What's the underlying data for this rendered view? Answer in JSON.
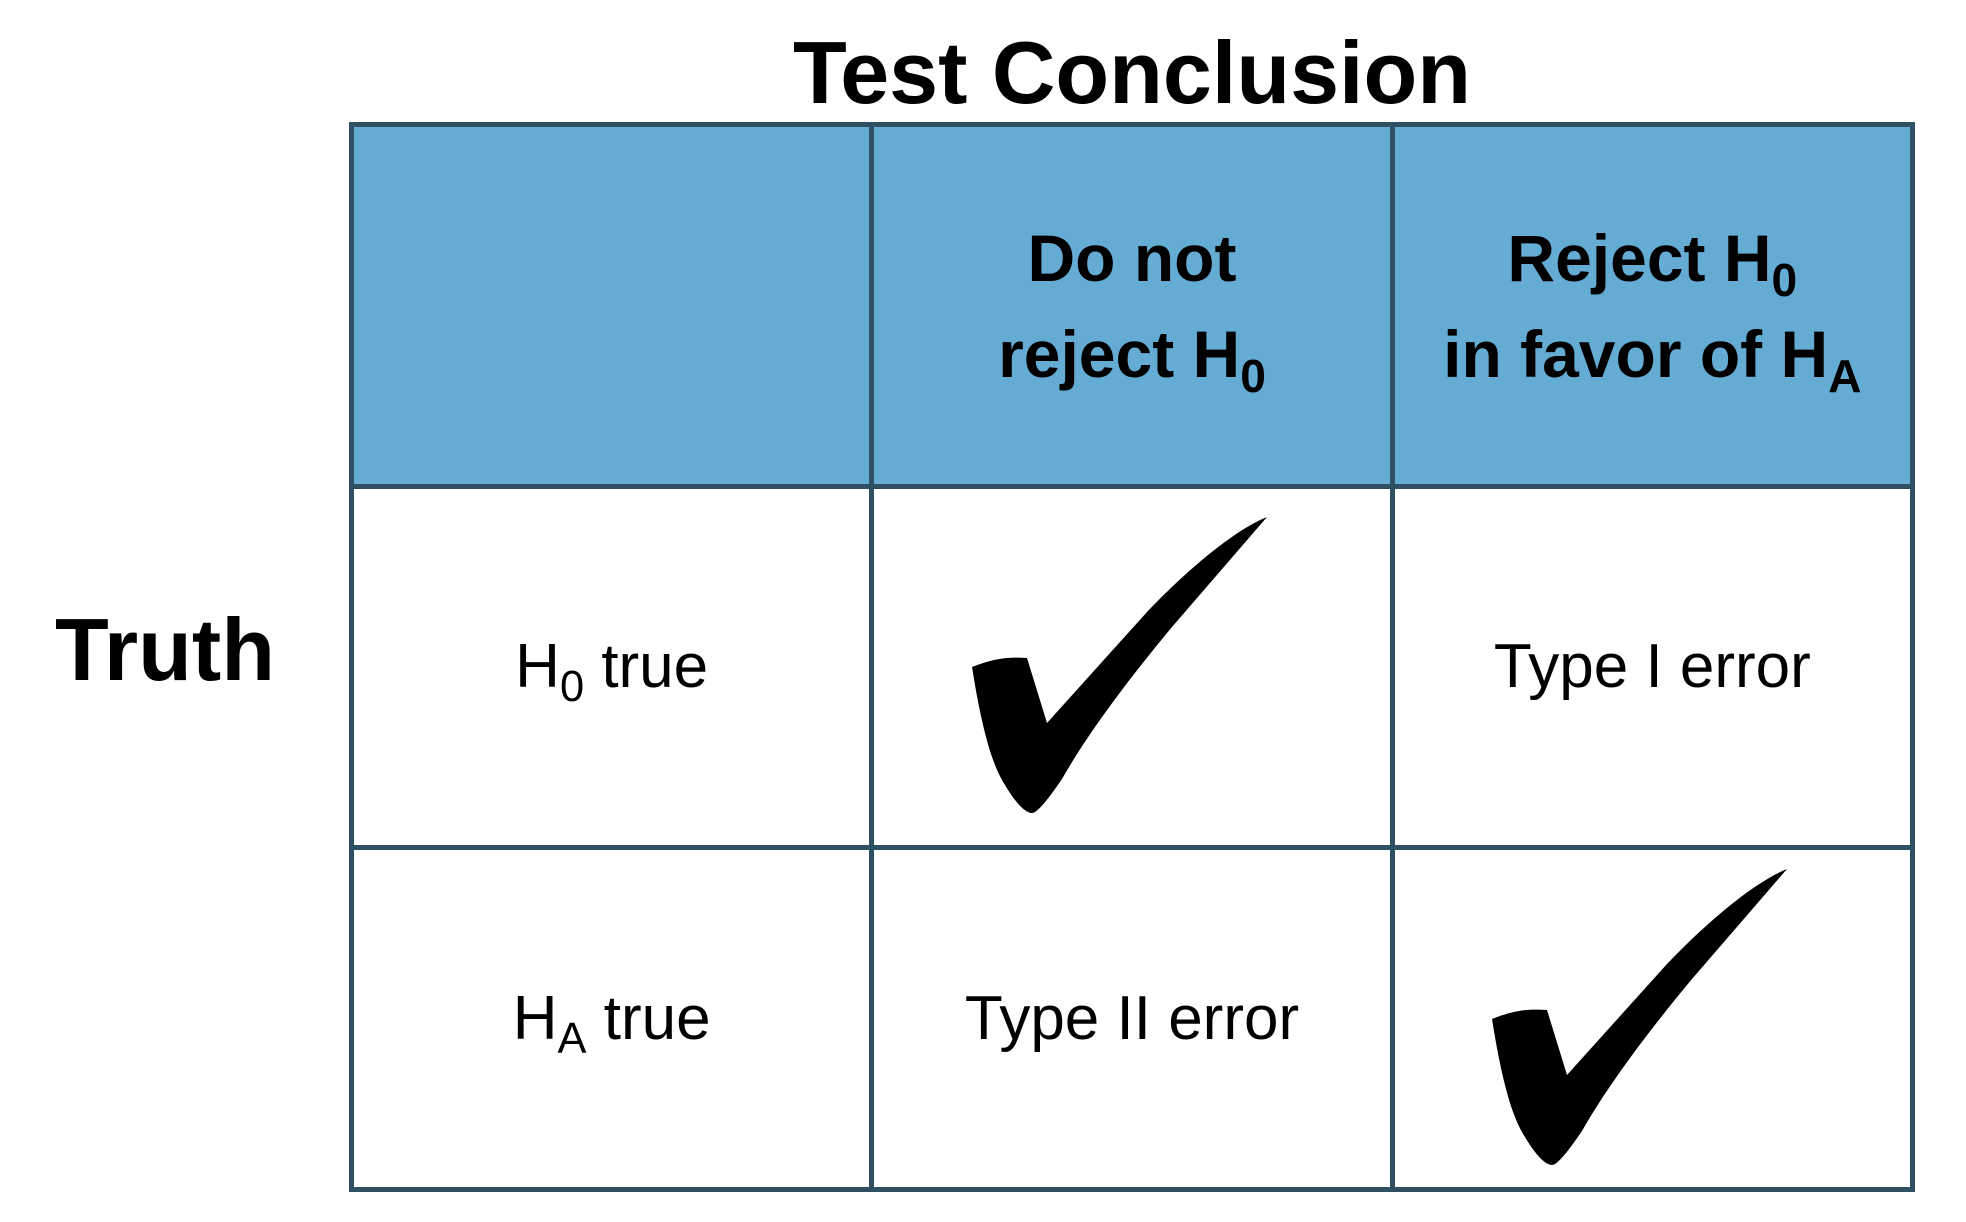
{
  "title": "Test Conclusion",
  "row_axis_label": "Truth",
  "header": {
    "col1": {
      "line1": "Do not",
      "line2": "reject H",
      "line2_sub": "0"
    },
    "col2": {
      "line1": "Reject H",
      "line1_sub": "0",
      "line2": "in favor of H",
      "line2_sub": "A"
    }
  },
  "rows": [
    {
      "label": "H",
      "label_sub": "0",
      "label_suffix": "true",
      "col1": "check",
      "col2": "Type I error"
    },
    {
      "label": "H",
      "label_sub": "A",
      "label_suffix": "true",
      "col1": "Type II error",
      "col2": "check"
    }
  ],
  "colors": {
    "header_fill": "#65acd5",
    "border": "#2f4f63"
  },
  "icons": [
    "check-mark-icon"
  ]
}
